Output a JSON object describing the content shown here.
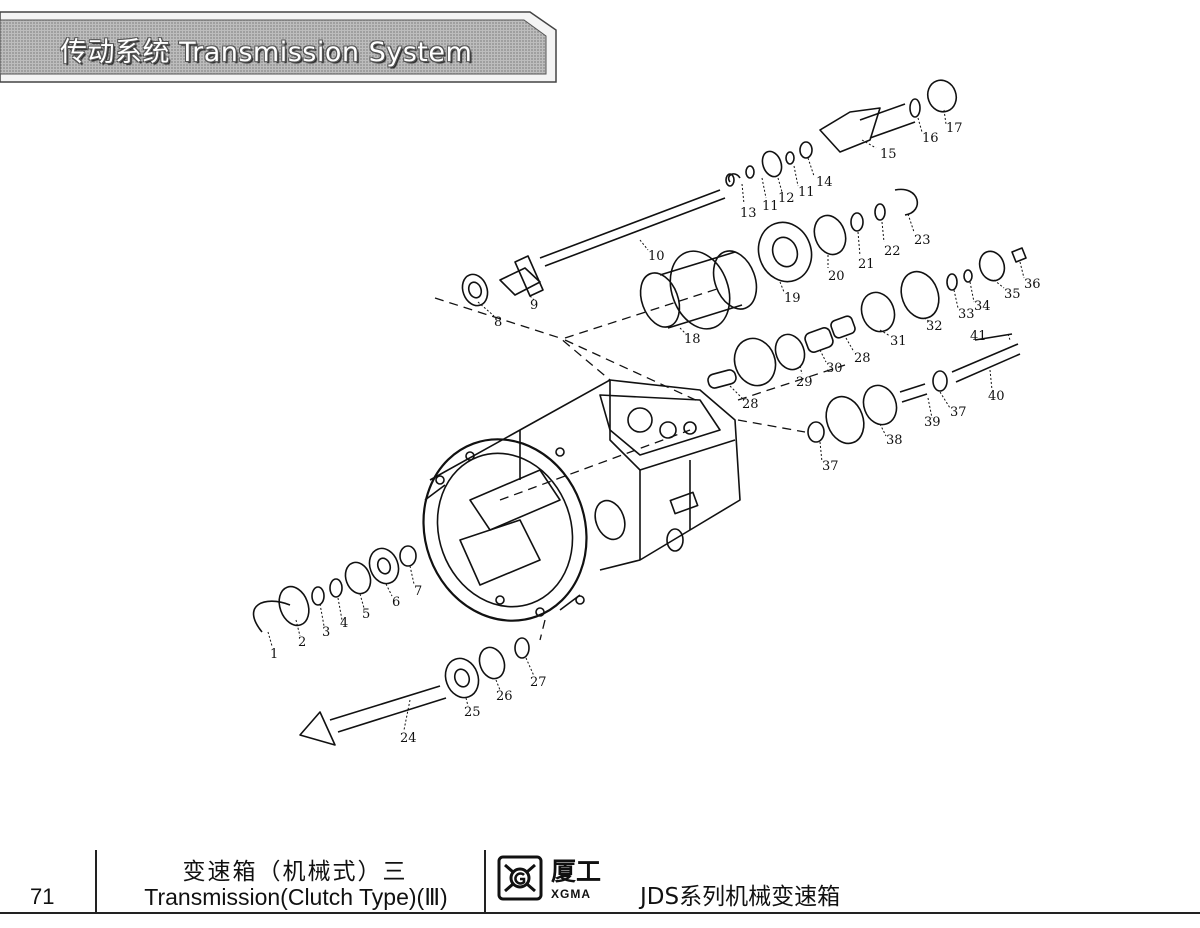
{
  "header": {
    "title": "传动系统 Transmission System"
  },
  "callouts": [
    "1",
    "2",
    "3",
    "4",
    "5",
    "6",
    "7",
    "8",
    "9",
    "10",
    "11",
    "11",
    "11",
    "12",
    "13",
    "14",
    "15",
    "16",
    "17",
    "18",
    "19",
    "20",
    "21",
    "22",
    "23",
    "24",
    "25",
    "26",
    "27",
    "28",
    "28",
    "29",
    "30",
    "31",
    "32",
    "33",
    "34",
    "35",
    "36",
    "37",
    "37",
    "38",
    "39",
    "40",
    "41"
  ],
  "footer": {
    "page_number": "71",
    "title_cn": "变速箱（机械式）三",
    "title_en": "Transmission(Clutch Type)(Ⅲ)",
    "brand_cn": "厦工",
    "brand_en": "XGMA",
    "series": "JDS系列机械变速箱"
  }
}
